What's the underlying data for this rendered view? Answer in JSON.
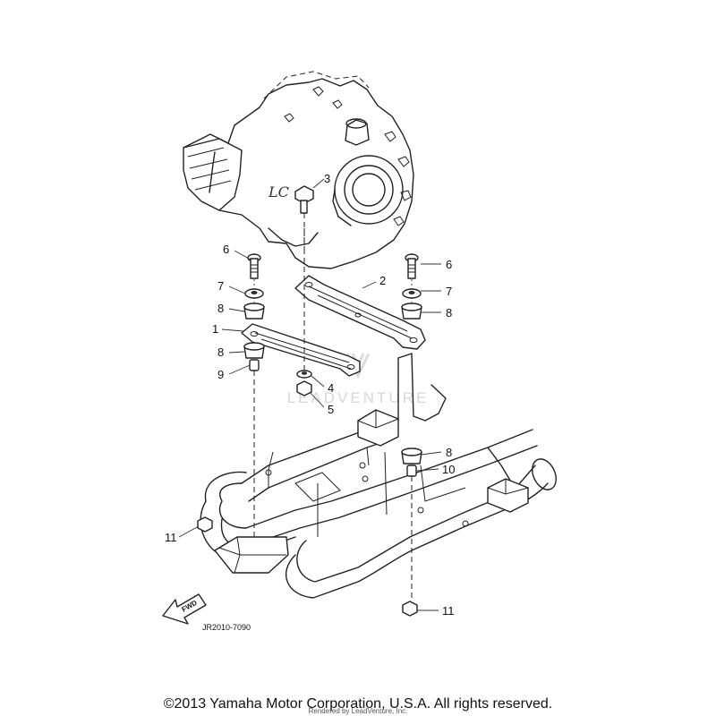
{
  "diagram": {
    "callouts": [
      {
        "id": "c3",
        "label": "3"
      },
      {
        "id": "c6a",
        "label": "6"
      },
      {
        "id": "c6b",
        "label": "6"
      },
      {
        "id": "c2",
        "label": "2"
      },
      {
        "id": "c7a",
        "label": "7"
      },
      {
        "id": "c7b",
        "label": "7"
      },
      {
        "id": "c8a",
        "label": "8"
      },
      {
        "id": "c8b",
        "label": "8"
      },
      {
        "id": "c1",
        "label": "1"
      },
      {
        "id": "c8c",
        "label": "8"
      },
      {
        "id": "c9",
        "label": "9"
      },
      {
        "id": "c4",
        "label": "4"
      },
      {
        "id": "c5",
        "label": "5"
      },
      {
        "id": "c8d",
        "label": "8"
      },
      {
        "id": "c10",
        "label": "10"
      },
      {
        "id": "c11a",
        "label": "11"
      },
      {
        "id": "c11b",
        "label": "11"
      }
    ],
    "fwd_label": "FWD",
    "reference_code": "JR2010-7090",
    "watermark": "LEADVENTURE"
  },
  "footer": {
    "copyright": "©2013 Yamaha Motor Corporation, U.S.A. All rights reserved.",
    "rendered_by": "Rendered by LeadVenture, Inc."
  }
}
